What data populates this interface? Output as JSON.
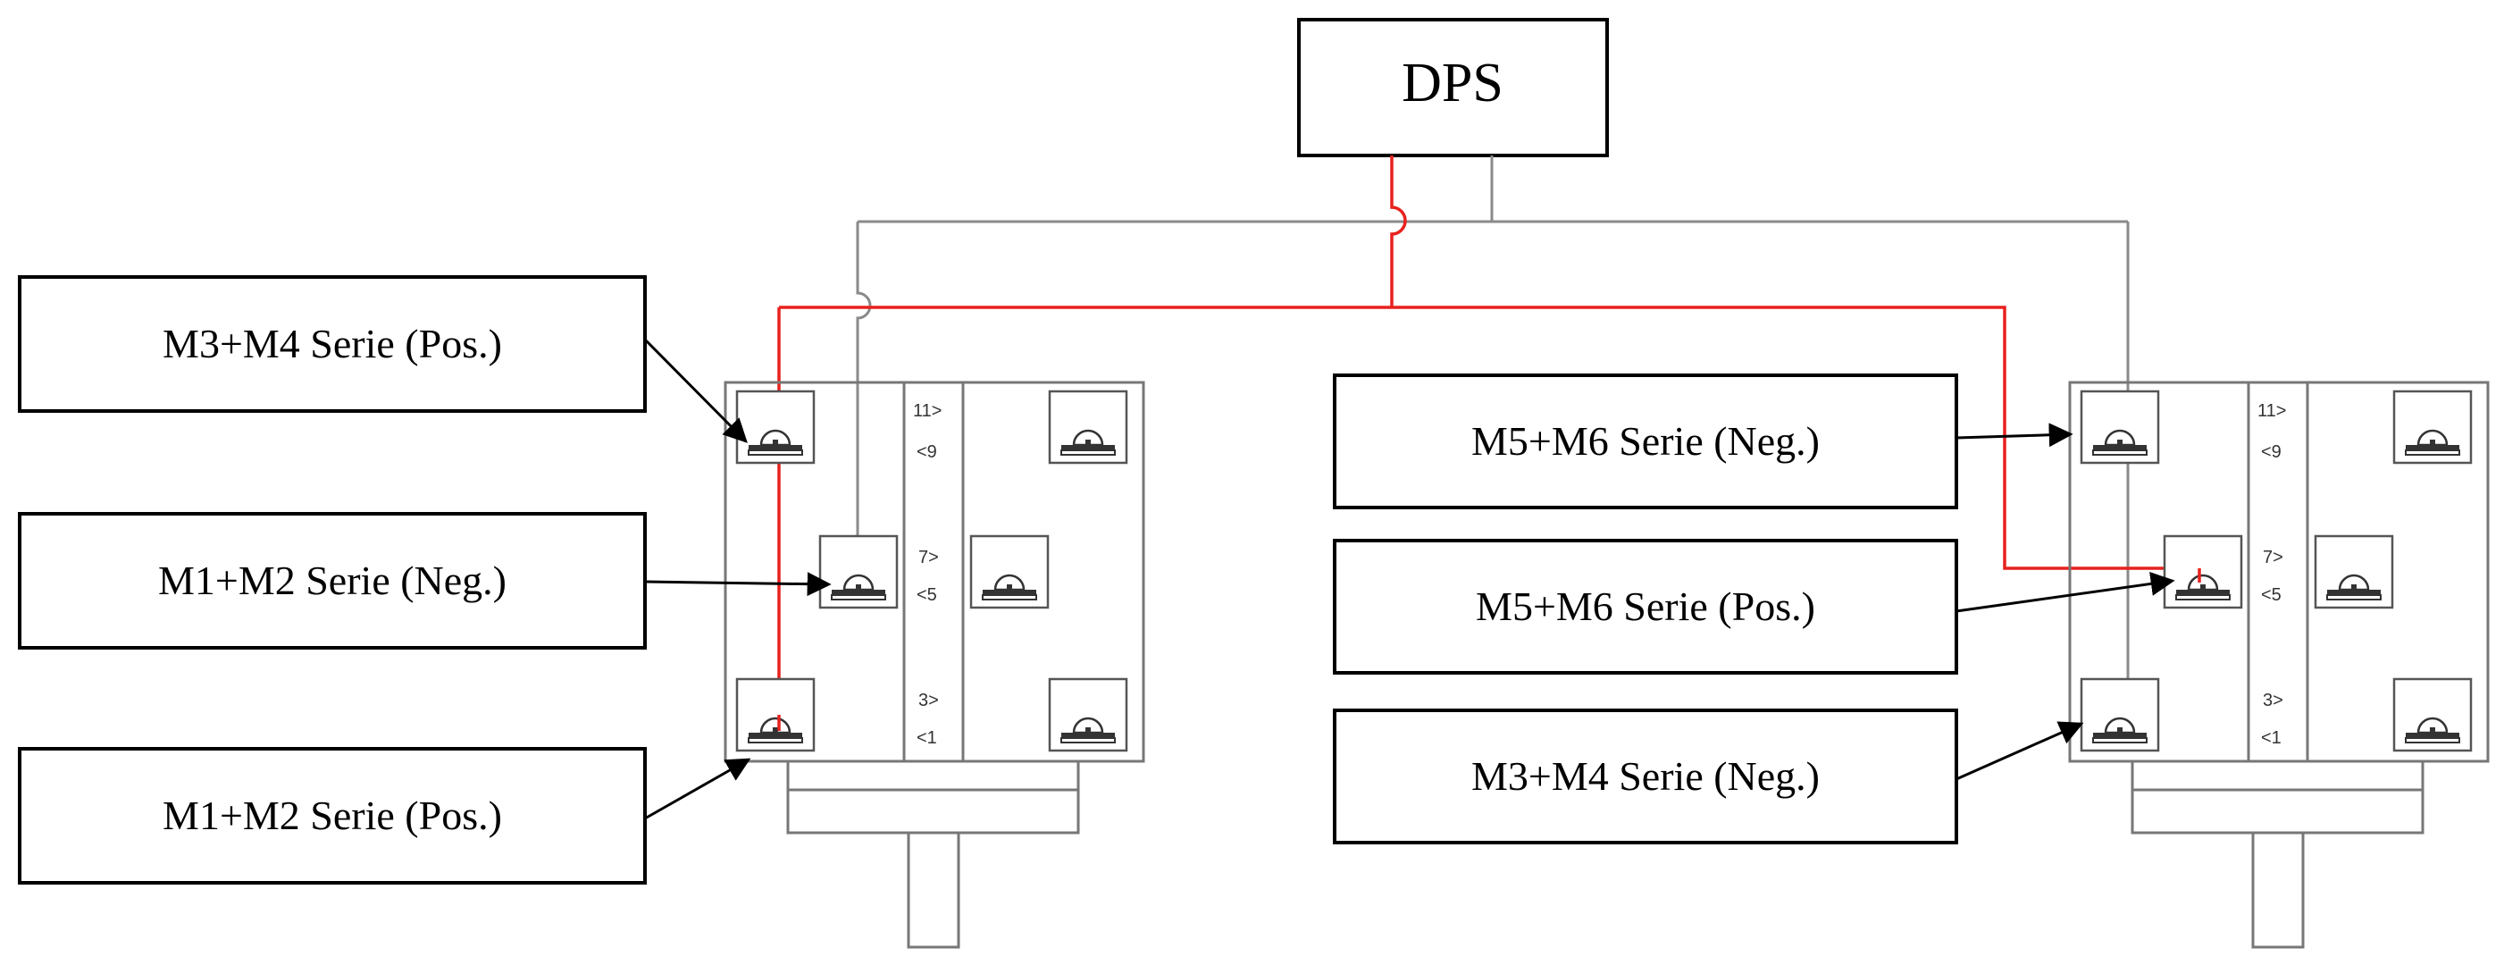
{
  "title": "DPS",
  "labels": {
    "m3m4_pos": "M3+M4 Serie (Pos.)",
    "m1m2_neg": "M1+M2 Serie (Neg.)",
    "m1m2_pos": "M1+M2 Serie (Pos.)",
    "m5m6_neg": "M5+M6 Serie (Neg.)",
    "m5m6_pos": "M5+M6 Serie (Pos.)",
    "m3m4_neg": "M3+M4 Serie (Neg.)"
  },
  "pins": {
    "top_a": "11>",
    "top_b": "<9",
    "mid_a": "7>",
    "mid_b": "<5",
    "bot_a": "3>",
    "bot_b": "<1"
  },
  "colors": {
    "positive_wire": "#e8211d",
    "neutral_wire": "#8a8a8a",
    "outline": "#000000"
  }
}
